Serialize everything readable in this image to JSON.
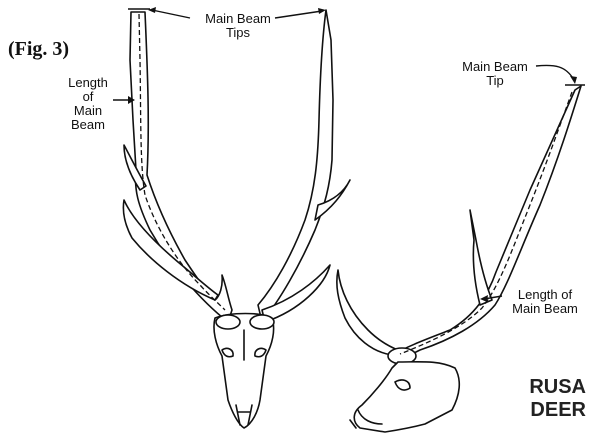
{
  "figure_label": "(Fig. 3)",
  "labels": {
    "main_beam_tips_1": "Main Beam",
    "main_beam_tips_2": "Tips",
    "length_main_beam_front_1": "Length",
    "length_main_beam_front_2": "of",
    "length_main_beam_front_3": "Main",
    "length_main_beam_front_4": "Beam",
    "main_beam_tip_side_1": "Main Beam",
    "main_beam_tip_side_2": "Tip",
    "length_main_beam_side_1": "Length of",
    "length_main_beam_side_2": "Main Beam"
  },
  "title": {
    "line1": "RUSA",
    "line2": "DEER"
  },
  "colors": {
    "ink": "#111111",
    "fill": "#ffffff"
  }
}
